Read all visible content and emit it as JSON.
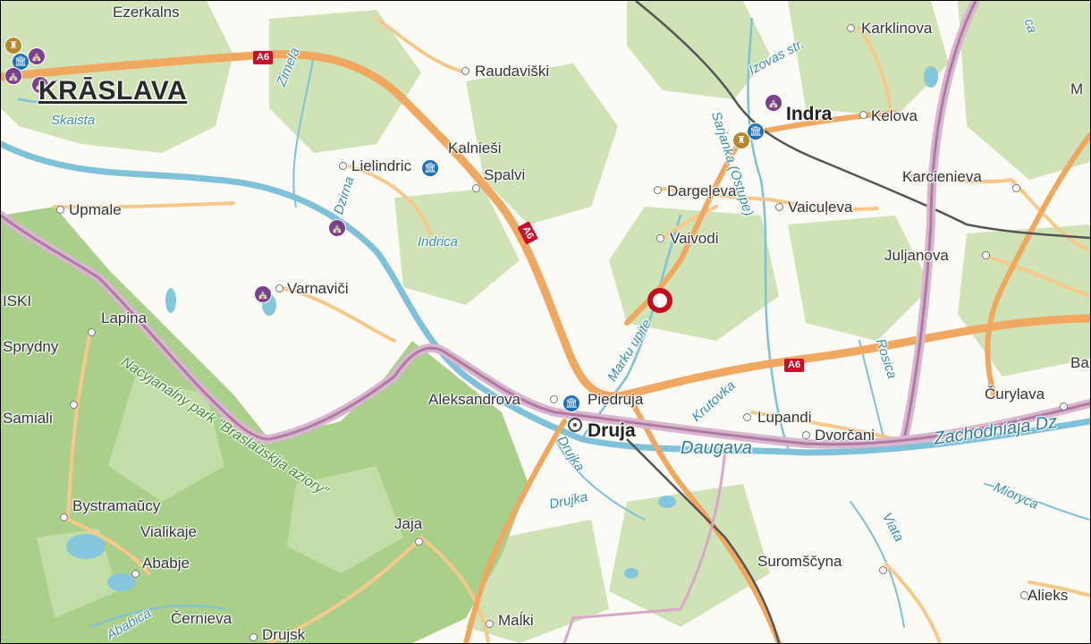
{
  "map": {
    "colors": {
      "forest": "#cfe3b6",
      "national_park": "#a9cf8a",
      "water": "#86c6dc",
      "road_major": "#f0a860",
      "road_minor": "#f6c98a",
      "border": "#b07aa0",
      "railway": "#555555",
      "marker": "#c0101e"
    },
    "road_shields": [
      {
        "id": "a6-west",
        "label": "A6"
      },
      {
        "id": "a6-center",
        "label": "A6"
      },
      {
        "id": "a6-east",
        "label": "A6"
      }
    ],
    "places": {
      "ezerkalns": "Ezerkalns",
      "kraslava": "KRĀSLAVA",
      "raudaviski": "Raudaviški",
      "karklinova": "Karklinova",
      "indra": "Indra",
      "kelova": "Kelova",
      "kalniesi": "Kalnieši",
      "lielindric": "Lielindric",
      "spalvi": "Spalvi",
      "dargeleva": "Dargeļeva",
      "vaiculeva": "Vaicuļeva",
      "karcienieva": "Karcienieva",
      "upmale": "Upmale",
      "vaivodi": "Vaivodi",
      "julijanova": "Juljanova",
      "varnavici": "Varnavičі",
      "iski": "ISKI",
      "lapina": "Lapina",
      "sprydny": "Sprydny",
      "aleksandrova": "Aleksandrova",
      "piedruja": "Piedruja",
      "druja": "Druja",
      "lupandi": "Lupandi",
      "dvorcani": "Dvorčani",
      "curylava": "Čurylava",
      "samiali": "Samiali",
      "bystramaucy": "Bystramaŭcy",
      "vialikaje": "Vialikaje",
      "ababje": "Ababje",
      "jaja": "Jaja",
      "suromscyna": "Suromščyna",
      "alieks": "Alieks",
      "cernieva": "Černieva",
      "drujsk": "Drujsk",
      "malki": "Maĺki",
      "m_edge": "M",
      "ba_edge": "Ba"
    },
    "waters": {
      "skaista": "Skaista",
      "zimela": "Zimela",
      "izovas": "Izovas str.",
      "sarjanka": "Sarjanka (Ostupe)",
      "dzirna": "Dzirna",
      "indrica": "Indrica",
      "marku": "Marku upite",
      "krutovka": "Krutovka",
      "rosica": "Rosica",
      "daugava": "Daugava",
      "zachodniaja": "Zachodniaja Dz",
      "drujka1": "Drujka",
      "drujka2": "Drujka",
      "mioryca": "Mioryca",
      "viata": "Viata",
      "ababica": "Ababica",
      "sca": "ca"
    },
    "parks": {
      "braslaw": "Nacyjanaĺny park \"Braslaŭskija aziory\""
    }
  }
}
